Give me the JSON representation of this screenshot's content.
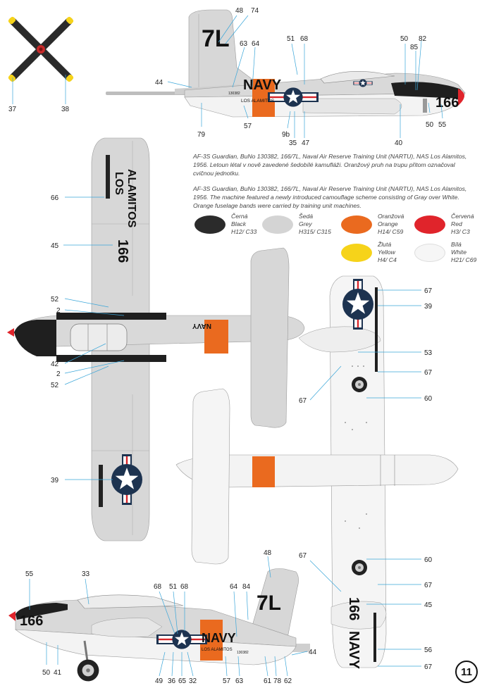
{
  "description_cz": "AF-3S Guardian, BuNo 130382, 166/7L, Naval Air Reserve Training Unit (NARTU), NAS Los Alamitos, 1956. Letoun létal v nově zavedené šedobílé kamufláži. Oranžový pruh na trupu přitom označoval cvičnou jednotku.",
  "description_en": "AF-3S Guardian, BuNo 130382, 166/7L, Naval Air Reserve Training Unit (NARTU), NAS Los Alamitos, 1956. The machine featured a newly introduced camouflage scheme consisting of Gray over White. Orange fuselage bands were carried by training unit machines.",
  "colors": [
    {
      "cz": "Černá",
      "en": "Black",
      "code": "H12/ C33",
      "hex": "#2b2b2b"
    },
    {
      "cz": "Šedá",
      "en": "Grey",
      "code": "H315/ C315",
      "hex": "#d4d4d4"
    },
    {
      "cz": "Oranžová",
      "en": "Orange",
      "code": "H14/ C59",
      "hex": "#ea6a1f"
    },
    {
      "cz": "Červená",
      "en": "Red",
      "code": "H3/ C3",
      "hex": "#e0242b"
    },
    {
      "cz": "Žlutá",
      "en": "Yellow",
      "code": "H4/ C4",
      "hex": "#f6d31a"
    },
    {
      "cz": "Bílá",
      "en": "White",
      "code": "H21/ C69",
      "hex": "#f6f6f6"
    }
  ],
  "markings": {
    "navy": "NAVY",
    "tail_code": "7L",
    "modex": "166",
    "los_alamitos": "LOS ALAMITOS",
    "los": "LOS",
    "alamitos": "ALAMITOS",
    "buno": "130382"
  },
  "callouts": {
    "c37": "37",
    "c38": "38",
    "c48": "48",
    "c74": "74",
    "c63": "63",
    "c64": "64",
    "c51": "51",
    "c68": "68",
    "c50": "50",
    "c85": "85",
    "c82": "82",
    "c44": "44",
    "c79": "79",
    "c57": "57",
    "c9b": "9b",
    "c35": "35",
    "c47": "47",
    "c40": "40",
    "c55": "55",
    "c66": "66",
    "c45": "45",
    "c52": "52",
    "c2": "2",
    "c42": "42",
    "c39": "39",
    "c67": "67",
    "c53": "53",
    "c60": "60",
    "c33": "33",
    "c84": "84",
    "c41": "41",
    "c49": "49",
    "c36": "36",
    "c65": "65",
    "c32": "32",
    "c61": "61",
    "c78": "78",
    "c62": "62",
    "c56": "56"
  },
  "page_number": "11"
}
